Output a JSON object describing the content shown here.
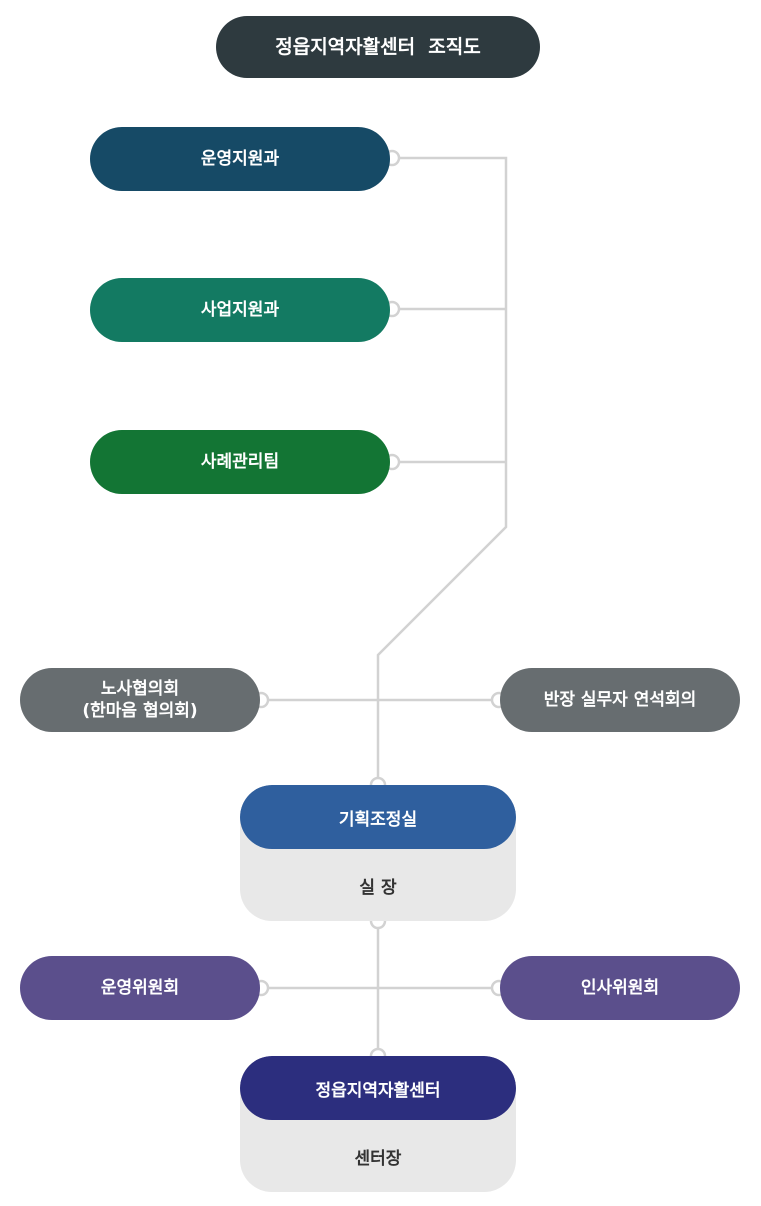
{
  "title": "정읍지역자활센터  조직도",
  "colors": {
    "title": "#2e3a3f",
    "dept_admin": "#164a66",
    "dept_business": "#137a62",
    "dept_case": "#137534",
    "council": "#676d70",
    "planning": "#2f5f9e",
    "committee": "#5b4f8c",
    "center": "#2c2e7e",
    "card_body": "#e8e8e8",
    "connector": "#d2d2d2"
  },
  "departments": {
    "admin": "운영지원과",
    "business": "사업지원과",
    "case": "사례관리팀"
  },
  "councils": {
    "labor_line1": "노사협의회",
    "labor_line2": "(한마음 협의회)",
    "staff": "반장 실무자 연석회의"
  },
  "planning": {
    "name": "기획조정실",
    "head": "실 장"
  },
  "committees": {
    "operation": "운영위원회",
    "personnel": "인사위원회"
  },
  "center": {
    "name": "정읍지역자활센터",
    "head": "센터장"
  }
}
